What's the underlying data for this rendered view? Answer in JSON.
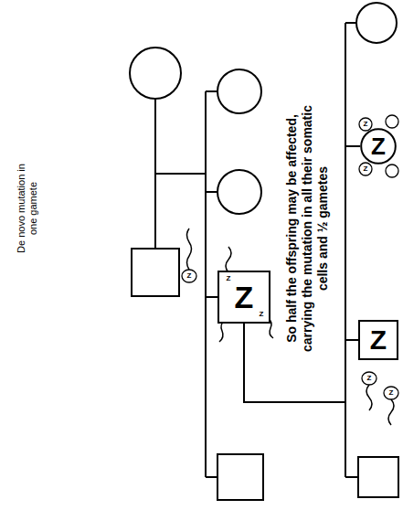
{
  "diagram": {
    "nodes": [
      {
        "text": [
          "Z"
        ]
      },
      {
        "text": [
          "Z"
        ]
      },
      {
        "text": [
          "Z"
        ]
      }
    ],
    "edges": [
      {
        "from": 0,
        "to": 1,
        "arrow": "none"
      },
      {
        "from": 0,
        "to": 2,
        "arrow": "none"
      }
    ],
    "labels": [
      "De novo mutation in one gamete",
      "Z",
      "Z",
      "Z",
      "So half the offspring may be affected, carrying the mutation in all their somatic cells and ½ gametes",
      "Z",
      "Z",
      "Z",
      "Z"
    ]
  }
}
